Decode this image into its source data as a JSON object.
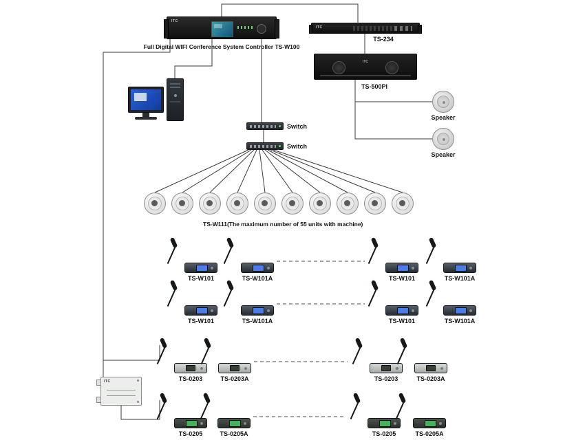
{
  "brand": "ITC",
  "labels": {
    "controller": "Full Digital WIFI Conference System Controller TS-W100",
    "ts234": "TS-234",
    "ts500pi": "TS-500PI",
    "speaker1": "Speaker",
    "speaker2": "Speaker",
    "switch1": "Switch",
    "switch2": "Switch",
    "ceiling_caption": "TS-W111(The maximum number of 55 units with machine)"
  },
  "ceiling_units": {
    "count": 10,
    "model": "TS-W111"
  },
  "mic_rows": [
    {
      "labels": [
        "TS-W101",
        "TS-W101A",
        "TS-W101",
        "TS-W101A"
      ]
    },
    {
      "labels": [
        "TS-W101",
        "TS-W101A",
        "TS-W101",
        "TS-W101A"
      ]
    },
    {
      "labels": [
        "TS-0203",
        "TS-0203A",
        "TS-0203",
        "TS-0203A"
      ]
    },
    {
      "labels": [
        "TS-0205",
        "TS-0205A",
        "TS-0205",
        "TS-0205A"
      ]
    }
  ]
}
